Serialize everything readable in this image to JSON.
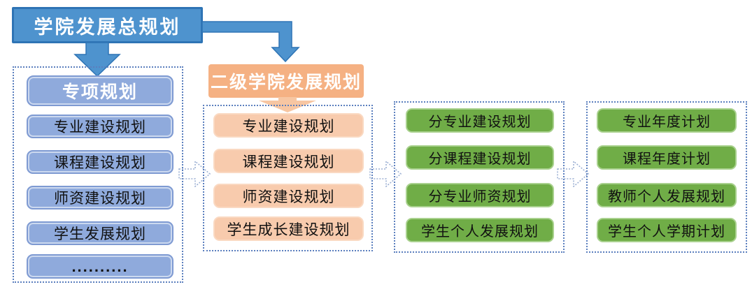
{
  "diagram": {
    "root": {
      "label": "学院发展总规划"
    },
    "col1": {
      "header": "专项规划",
      "items": [
        "专业建设规划",
        "课程建设规划",
        "师资建设规划",
        "学生发展规划",
        ".........."
      ]
    },
    "col2": {
      "header": "二级学院发展规划",
      "items": [
        "专业建设规划",
        "课程建设规划",
        "师资建设规划",
        "学生成长建设规划"
      ]
    },
    "col3": {
      "items": [
        "分专业建设规划",
        "分课程建设规划",
        "分专业师资规划",
        "学生个人发展规划"
      ]
    },
    "col4": {
      "items": [
        "专业年度计划",
        "课程年度计划",
        "教师个人发展规划",
        "学生个人学期计划"
      ]
    },
    "colors": {
      "root_fill": "#4E93CE",
      "root_border": "#2E74B5",
      "blue_fill": "#8FAADC",
      "blue_border": "#7E9AD2",
      "orange_header_fill": "#F5B183",
      "orange_fill": "#F8CBAD",
      "orange_arrow_fill": "#F7C6A2",
      "green_fill": "#70AD47",
      "green_border": "#A9D18E",
      "container_dotted_border": "#5B7FBE",
      "flow_arrow_outline": "#9DB1D4",
      "body_text": "#111111",
      "header_text": "#FFFFFF"
    }
  }
}
